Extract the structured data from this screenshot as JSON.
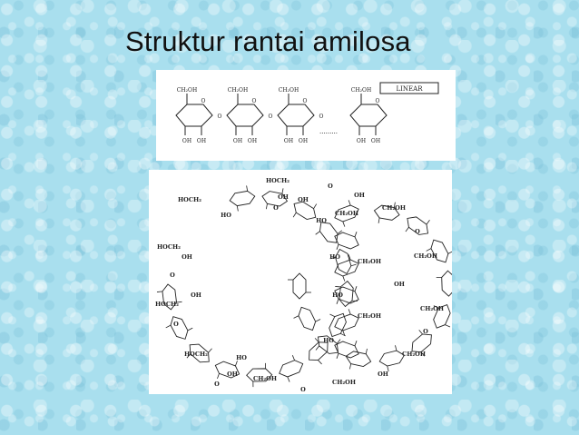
{
  "slide": {
    "title": "Struktur rantai amilosa"
  },
  "linear_figure": {
    "label": "LINEAR",
    "substituent_top": "CH₂OH",
    "ring_oxygen": "O",
    "glycosidic_oxygen": "O",
    "hydroxyl": "OH",
    "ellipsis": "........."
  },
  "helix_figure": {
    "labels": {
      "hoch2": "HOCH₂",
      "ch2oh": "CH₂OH",
      "oh": "OH",
      "ho": "HO",
      "o": "O"
    }
  }
}
